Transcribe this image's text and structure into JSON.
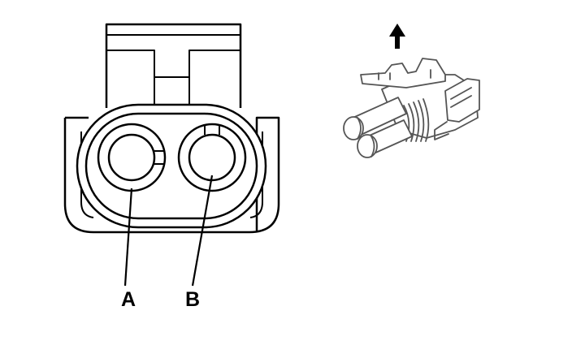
{
  "pins": [
    {
      "id": "A",
      "label": "A"
    },
    {
      "id": "B",
      "label": "B"
    }
  ],
  "indicator": {
    "icon": "up-arrow-icon"
  },
  "colors": {
    "line": "#000000",
    "light_line": "#555555",
    "background": "#ffffff"
  }
}
